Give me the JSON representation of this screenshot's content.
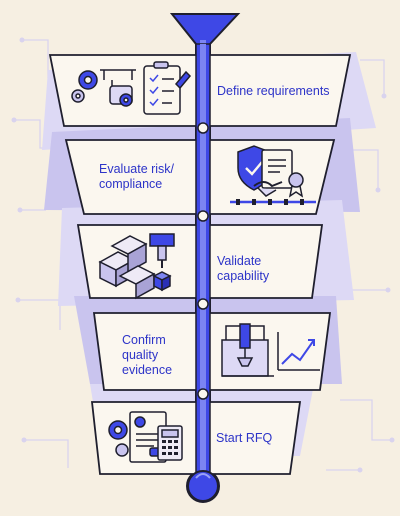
{
  "stages": [
    {
      "label": "Define requirements"
    },
    {
      "label": "Evaluate risk/\ncompliance"
    },
    {
      "label": "Validate\ncapability"
    },
    {
      "label": "Confirm\nquality\nevidence"
    },
    {
      "label": "Start RFQ"
    }
  ],
  "colors": {
    "background": "#f6efe2",
    "accent": "#3e48e6",
    "accent_dark": "#2a30b5",
    "lavender": "#c9c4ee",
    "lavender_light": "#ddd9f5",
    "card": "#fbf7ef",
    "outline": "#1f1f2e",
    "text": "#2d34c8"
  },
  "icons": [
    "gears-caliper-checklist-icon",
    "shield-check-handshake-certificate-icon",
    "metal-blocks-cnc-machine-icon",
    "robot-arm-trend-chart-icon",
    "document-calculator-gear-icon"
  ]
}
